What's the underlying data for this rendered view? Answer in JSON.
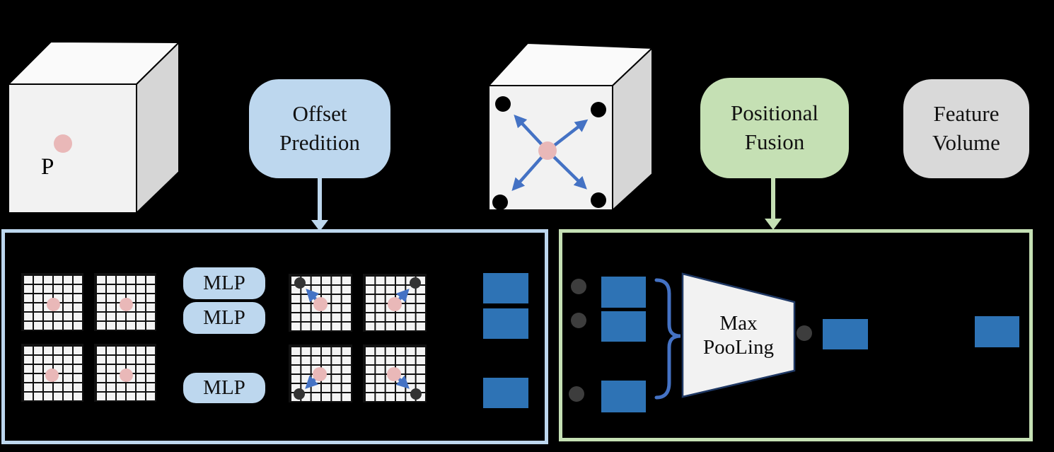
{
  "stage1": {
    "point_label": "P",
    "offset_prediction": {
      "line1": "Offset",
      "line2": "Predition"
    },
    "positional_fusion": {
      "line1": "Positional",
      "line2": "Fusion"
    },
    "feature_volume": {
      "line1": "Feature",
      "line2": "Volume"
    }
  },
  "offset_panel": {
    "mlp": [
      "MLP",
      "MLP",
      "MLP"
    ]
  },
  "fusion_panel": {
    "max_pooling": {
      "line1": "Max",
      "line2": "PooLing"
    }
  },
  "colors": {
    "background": "#000000",
    "light_blue": "#bdd7ee",
    "light_green": "#c5e0b4",
    "light_gray": "#d9d9d9",
    "feature_blue": "#2e73b5",
    "arrow_blue": "#4472c4",
    "point_pink": "#e9b8b8",
    "sample_dot_gray": "#3d3d3d",
    "pooling_fill": "#f2f2f2",
    "pooling_border": "#1f3864"
  }
}
